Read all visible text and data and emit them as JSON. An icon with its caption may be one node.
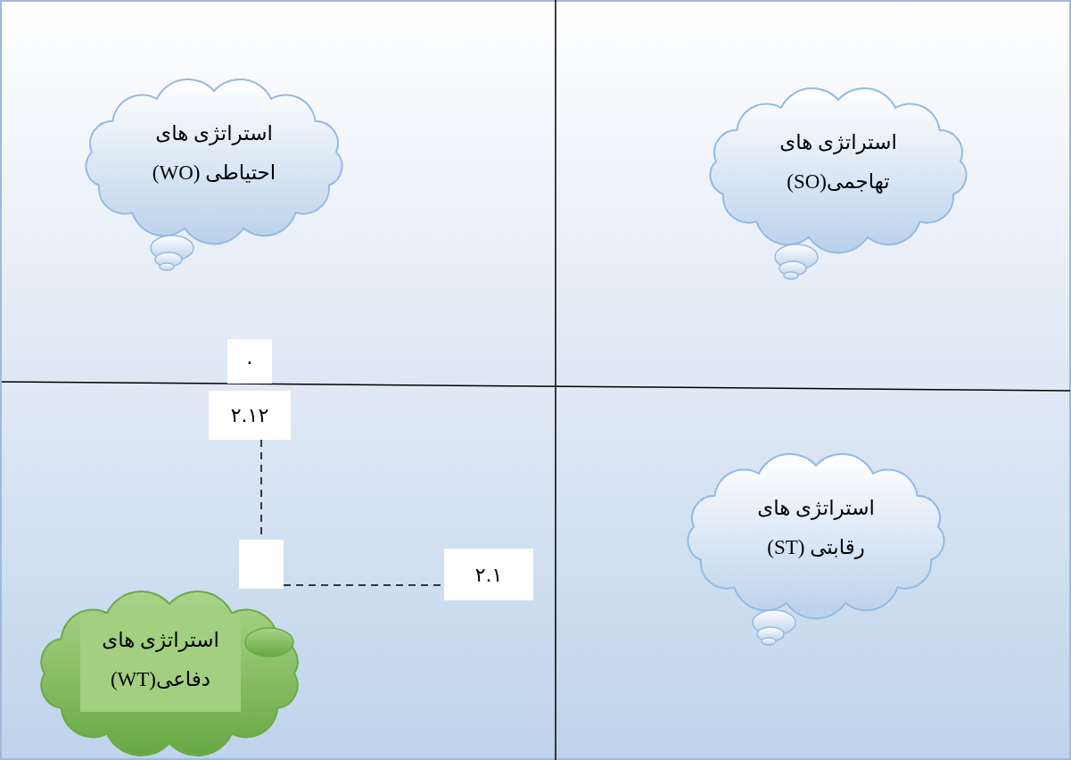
{
  "diagram": {
    "nodes": [
      {
        "text": [
          "استراتژی های احتیاطی (WO)"
        ]
      },
      {
        "text": [
          "استراتژی های تهاجمی(SO)"
        ]
      },
      {
        "text": [
          "۰"
        ]
      },
      {
        "text": [
          "۲.۱۲"
        ]
      },
      {
        "text": [
          "استراتژی های رقابتی (ST)"
        ]
      },
      {
        "text": [],
        "shape": "box"
      },
      {
        "text": [
          "۲.۱"
        ]
      },
      {
        "text": [
          "استراتژی های دفاعی(WT)"
        ]
      }
    ],
    "edges": [
      {
        "from": 3,
        "to": 5,
        "arrow": "none",
        "style": "dashed"
      },
      {
        "from": 5,
        "to": 6,
        "arrow": "none",
        "style": "dashed"
      }
    ]
  }
}
